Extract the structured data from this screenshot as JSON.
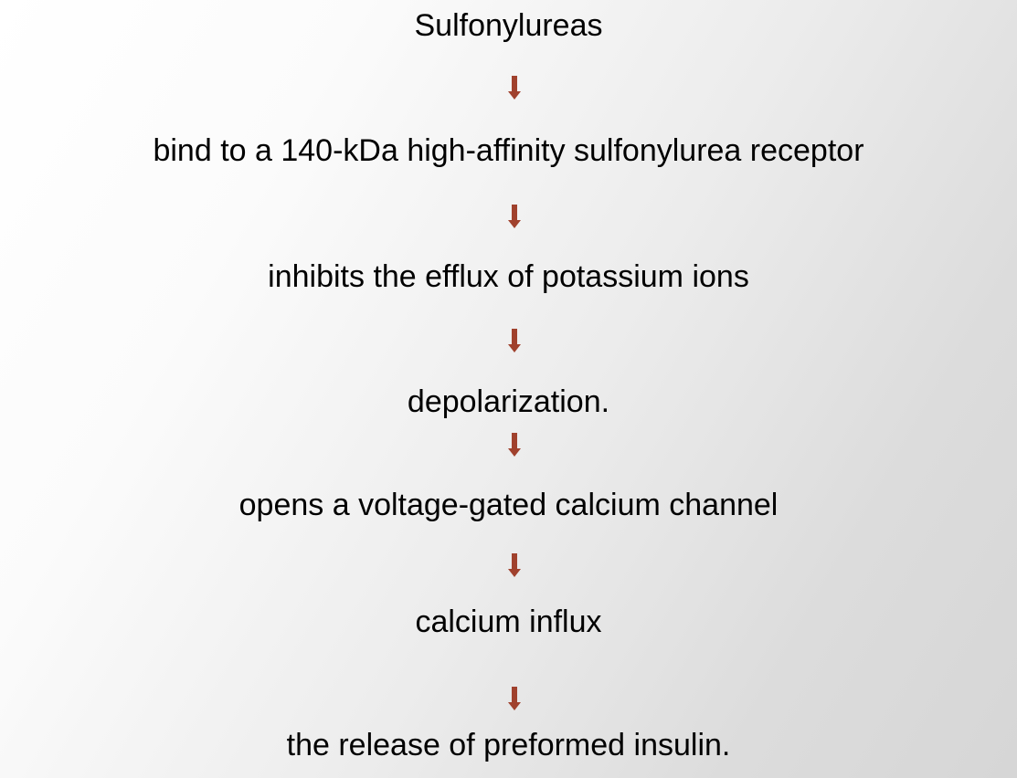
{
  "diagram": {
    "steps": [
      "Sulfonylureas",
      "bind to a 140-kDa high-affinity sulfonylurea receptor",
      "inhibits the efflux of potassium ions",
      "depolarization.",
      "opens a voltage-gated calcium channel",
      "calcium influx",
      "the release of preformed insulin."
    ],
    "arrow_icon": "arrow-down-icon",
    "arrow_color": "#a0412d"
  }
}
